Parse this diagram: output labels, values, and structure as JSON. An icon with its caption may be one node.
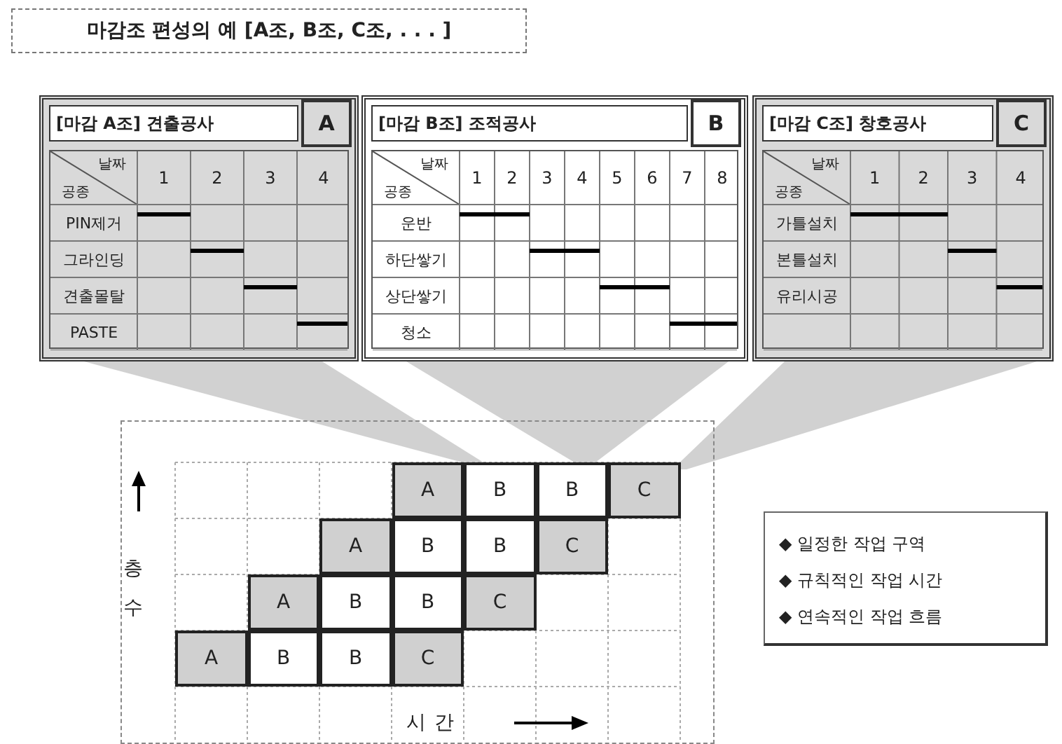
{
  "diagram": {
    "title": "마감조 편성의 예 [A조, B조, C조, . . . ]",
    "nodes": [
      {
        "text": [
          "[마감 A조] 견출공사",
          "A"
        ]
      },
      {
        "text": [
          "[마감 B조] 조적공사",
          "B"
        ]
      },
      {
        "text": [
          "[마감 C조] 창호공사",
          "C"
        ]
      },
      {
        "text": [
          "◆ 일정한 작업 구역",
          "◆ 규칙적인 작업 시간",
          "◆ 연속적인 작업 흐름"
        ]
      }
    ],
    "labels": [
      "날짜",
      "공종",
      "1",
      "2",
      "3",
      "4",
      "PIN제거",
      "그라인딩",
      "견출몰탈",
      "PASTE",
      "날짜",
      "공종",
      "1",
      "2",
      "3",
      "4",
      "5",
      "6",
      "7",
      "8",
      "운반",
      "하단쌓기",
      "상단쌓기",
      "청소",
      "날짜",
      "공종",
      "1",
      "2",
      "3",
      "4",
      "가틀설치",
      "본틀설치",
      "유리시공",
      "A",
      "B",
      "B",
      "C",
      "A",
      "B",
      "B",
      "C",
      "층수",
      "A",
      "B",
      "B",
      "C",
      "A",
      "B",
      "B",
      "C",
      "시간"
    ]
  }
}
